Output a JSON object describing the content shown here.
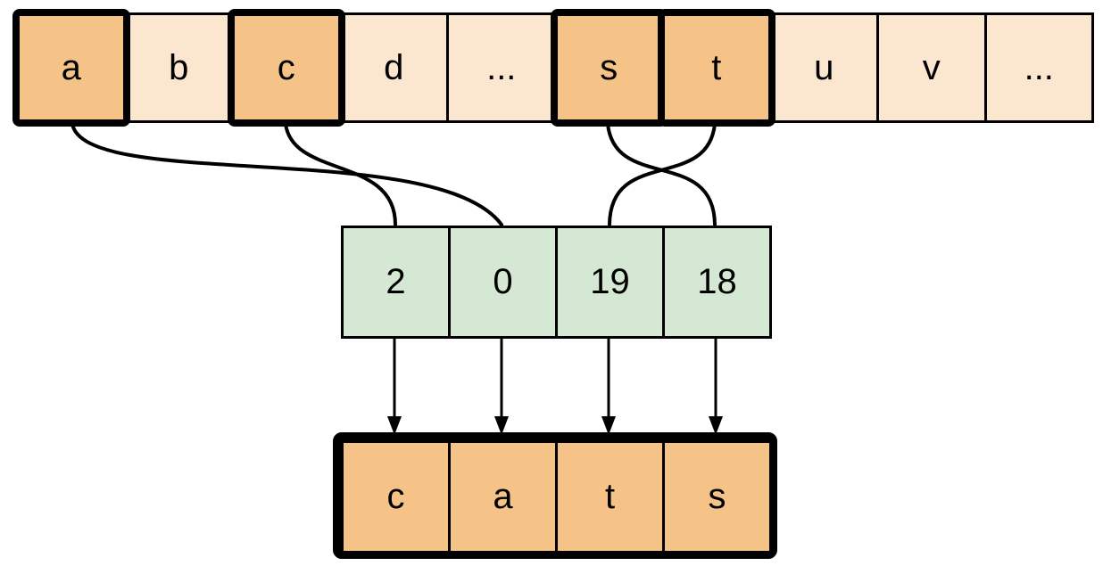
{
  "alphabet_row": {
    "cells": [
      {
        "label": "a",
        "highlighted": true
      },
      {
        "label": "b",
        "highlighted": false
      },
      {
        "label": "c",
        "highlighted": true
      },
      {
        "label": "d",
        "highlighted": false
      },
      {
        "label": "...",
        "highlighted": false
      },
      {
        "label": "s",
        "highlighted": true
      },
      {
        "label": "t",
        "highlighted": true
      },
      {
        "label": "u",
        "highlighted": false
      },
      {
        "label": "v",
        "highlighted": false
      },
      {
        "label": "...",
        "highlighted": false
      }
    ]
  },
  "index_row": {
    "cells": [
      {
        "label": "2"
      },
      {
        "label": "0"
      },
      {
        "label": "19"
      },
      {
        "label": "18"
      }
    ]
  },
  "result_row": {
    "cells": [
      {
        "label": "c"
      },
      {
        "label": "a"
      },
      {
        "label": "t"
      },
      {
        "label": "s"
      }
    ]
  },
  "connections": {
    "letter_to_index": [
      {
        "from": "a",
        "to": "0"
      },
      {
        "from": "c",
        "to": "2"
      },
      {
        "from": "s",
        "to": "18"
      },
      {
        "from": "t",
        "to": "19"
      }
    ],
    "index_to_result": [
      {
        "from": "2",
        "to": "c"
      },
      {
        "from": "0",
        "to": "a"
      },
      {
        "from": "19",
        "to": "t"
      },
      {
        "from": "18",
        "to": "s"
      }
    ]
  },
  "colors": {
    "highlight_fill": "#f5c288",
    "light_fill": "#fbe6cf",
    "index_fill": "#d5e8d4",
    "stroke": "#000000",
    "background": "#ffffff"
  }
}
